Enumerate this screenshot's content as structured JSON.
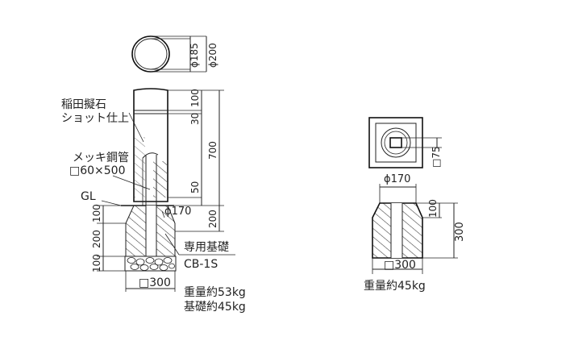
{
  "left": {
    "dims_top": [
      "ϕ185",
      "ϕ200"
    ],
    "dims_right": [
      "100",
      "30",
      "700",
      "50",
      "200"
    ],
    "dims_left": [
      "100",
      "200",
      "100"
    ],
    "label_stone": [
      "稲田擬石",
      "ショット仕上"
    ],
    "label_pipe": [
      "メッキ鋼管",
      "□60×500"
    ],
    "label_gl": "GL",
    "label_phi170": "ϕ170",
    "label_base": [
      "専用基礎",
      "CB-1S"
    ],
    "label_300": "□300",
    "weights": [
      "重量約53kg",
      "基礎約45kg"
    ]
  },
  "right": {
    "label_75": "□75",
    "label_phi170": "ϕ170",
    "dim_100": "100",
    "dim_300v": "300",
    "label_300": "□300",
    "weight": "重量約45kg"
  }
}
